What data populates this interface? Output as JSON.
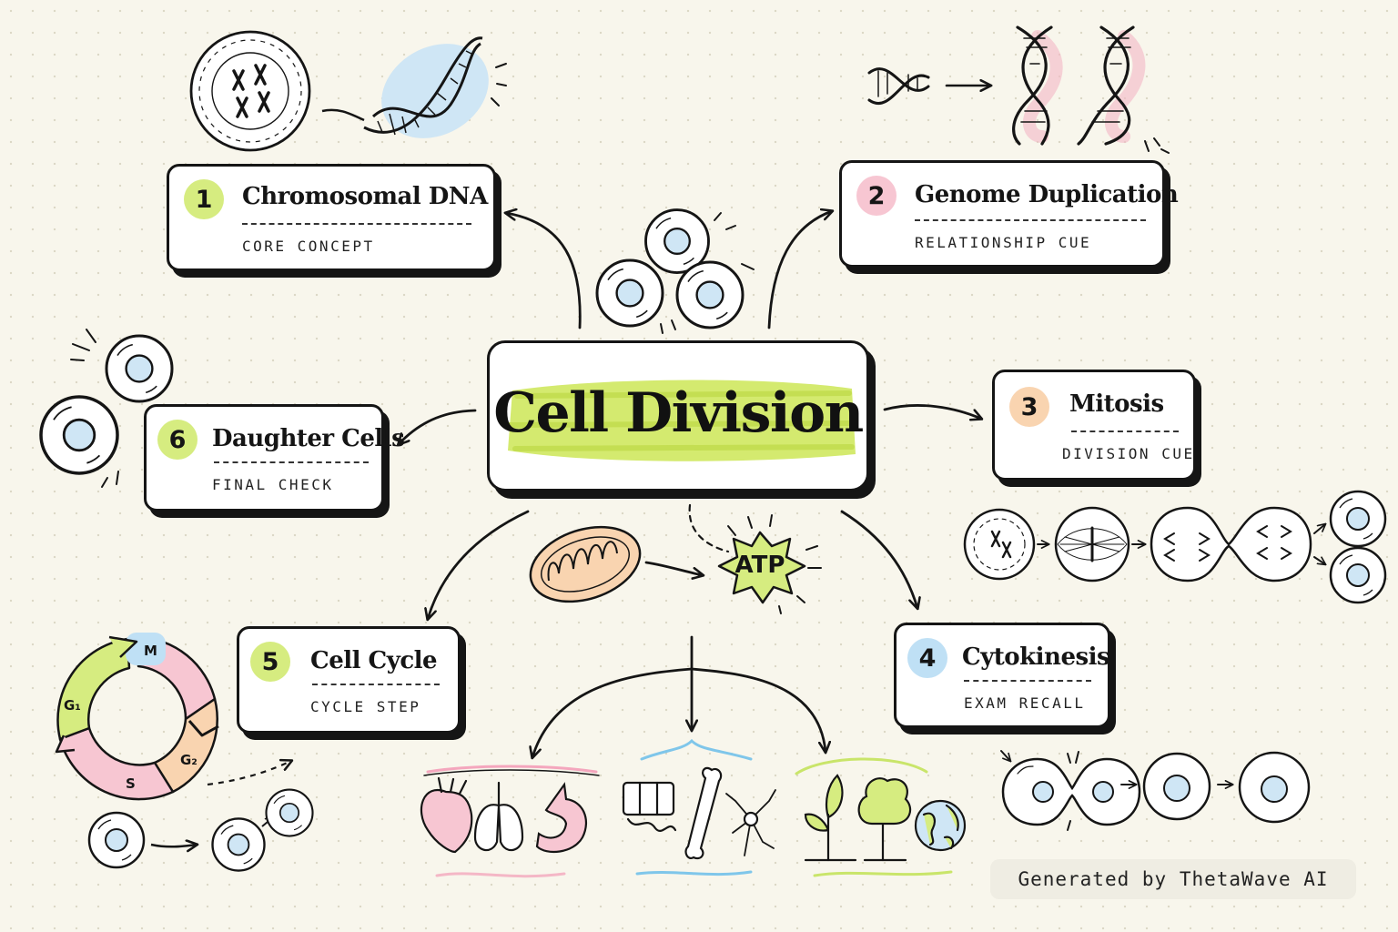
{
  "center": {
    "title": "Cell Division"
  },
  "nodes": [
    {
      "number": "1",
      "title": "Chromosomal DNA",
      "subtitle": "CORE CONCEPT"
    },
    {
      "number": "2",
      "title": "Genome Duplication",
      "subtitle": "RELATIONSHIP CUE"
    },
    {
      "number": "3",
      "title": "Mitosis",
      "subtitle": "DIVISION CUE"
    },
    {
      "number": "4",
      "title": "Cytokinesis",
      "subtitle": "EXAM RECALL"
    },
    {
      "number": "5",
      "title": "Cell Cycle",
      "subtitle": "CYCLE STEP"
    },
    {
      "number": "6",
      "title": "Daughter Cells",
      "subtitle": "FINAL CHECK"
    }
  ],
  "atp": {
    "label": "ATP"
  },
  "cell_cycle_phases": {
    "m": "M",
    "g1": "G₁",
    "s": "S",
    "g2": "G₂"
  },
  "footer": {
    "text": "Generated by ThetaWave AI"
  },
  "colors": {
    "highlight": "#d4ea6f",
    "badge_green": "#d6ec80",
    "badge_pink": "#f7c6d2",
    "badge_orange": "#f9d4b0",
    "badge_blue": "#bfe0f5",
    "ink": "#151515"
  },
  "icons": {
    "chromosomes": "nucleus-chromosomes-icon",
    "dna": "dna-helix-icon",
    "mitochondrion": "mitochondrion-icon",
    "atp": "atp-burst-icon",
    "organs": "organs-icon",
    "tissues": "tissues-icon",
    "organisms": "organisms-icon"
  }
}
